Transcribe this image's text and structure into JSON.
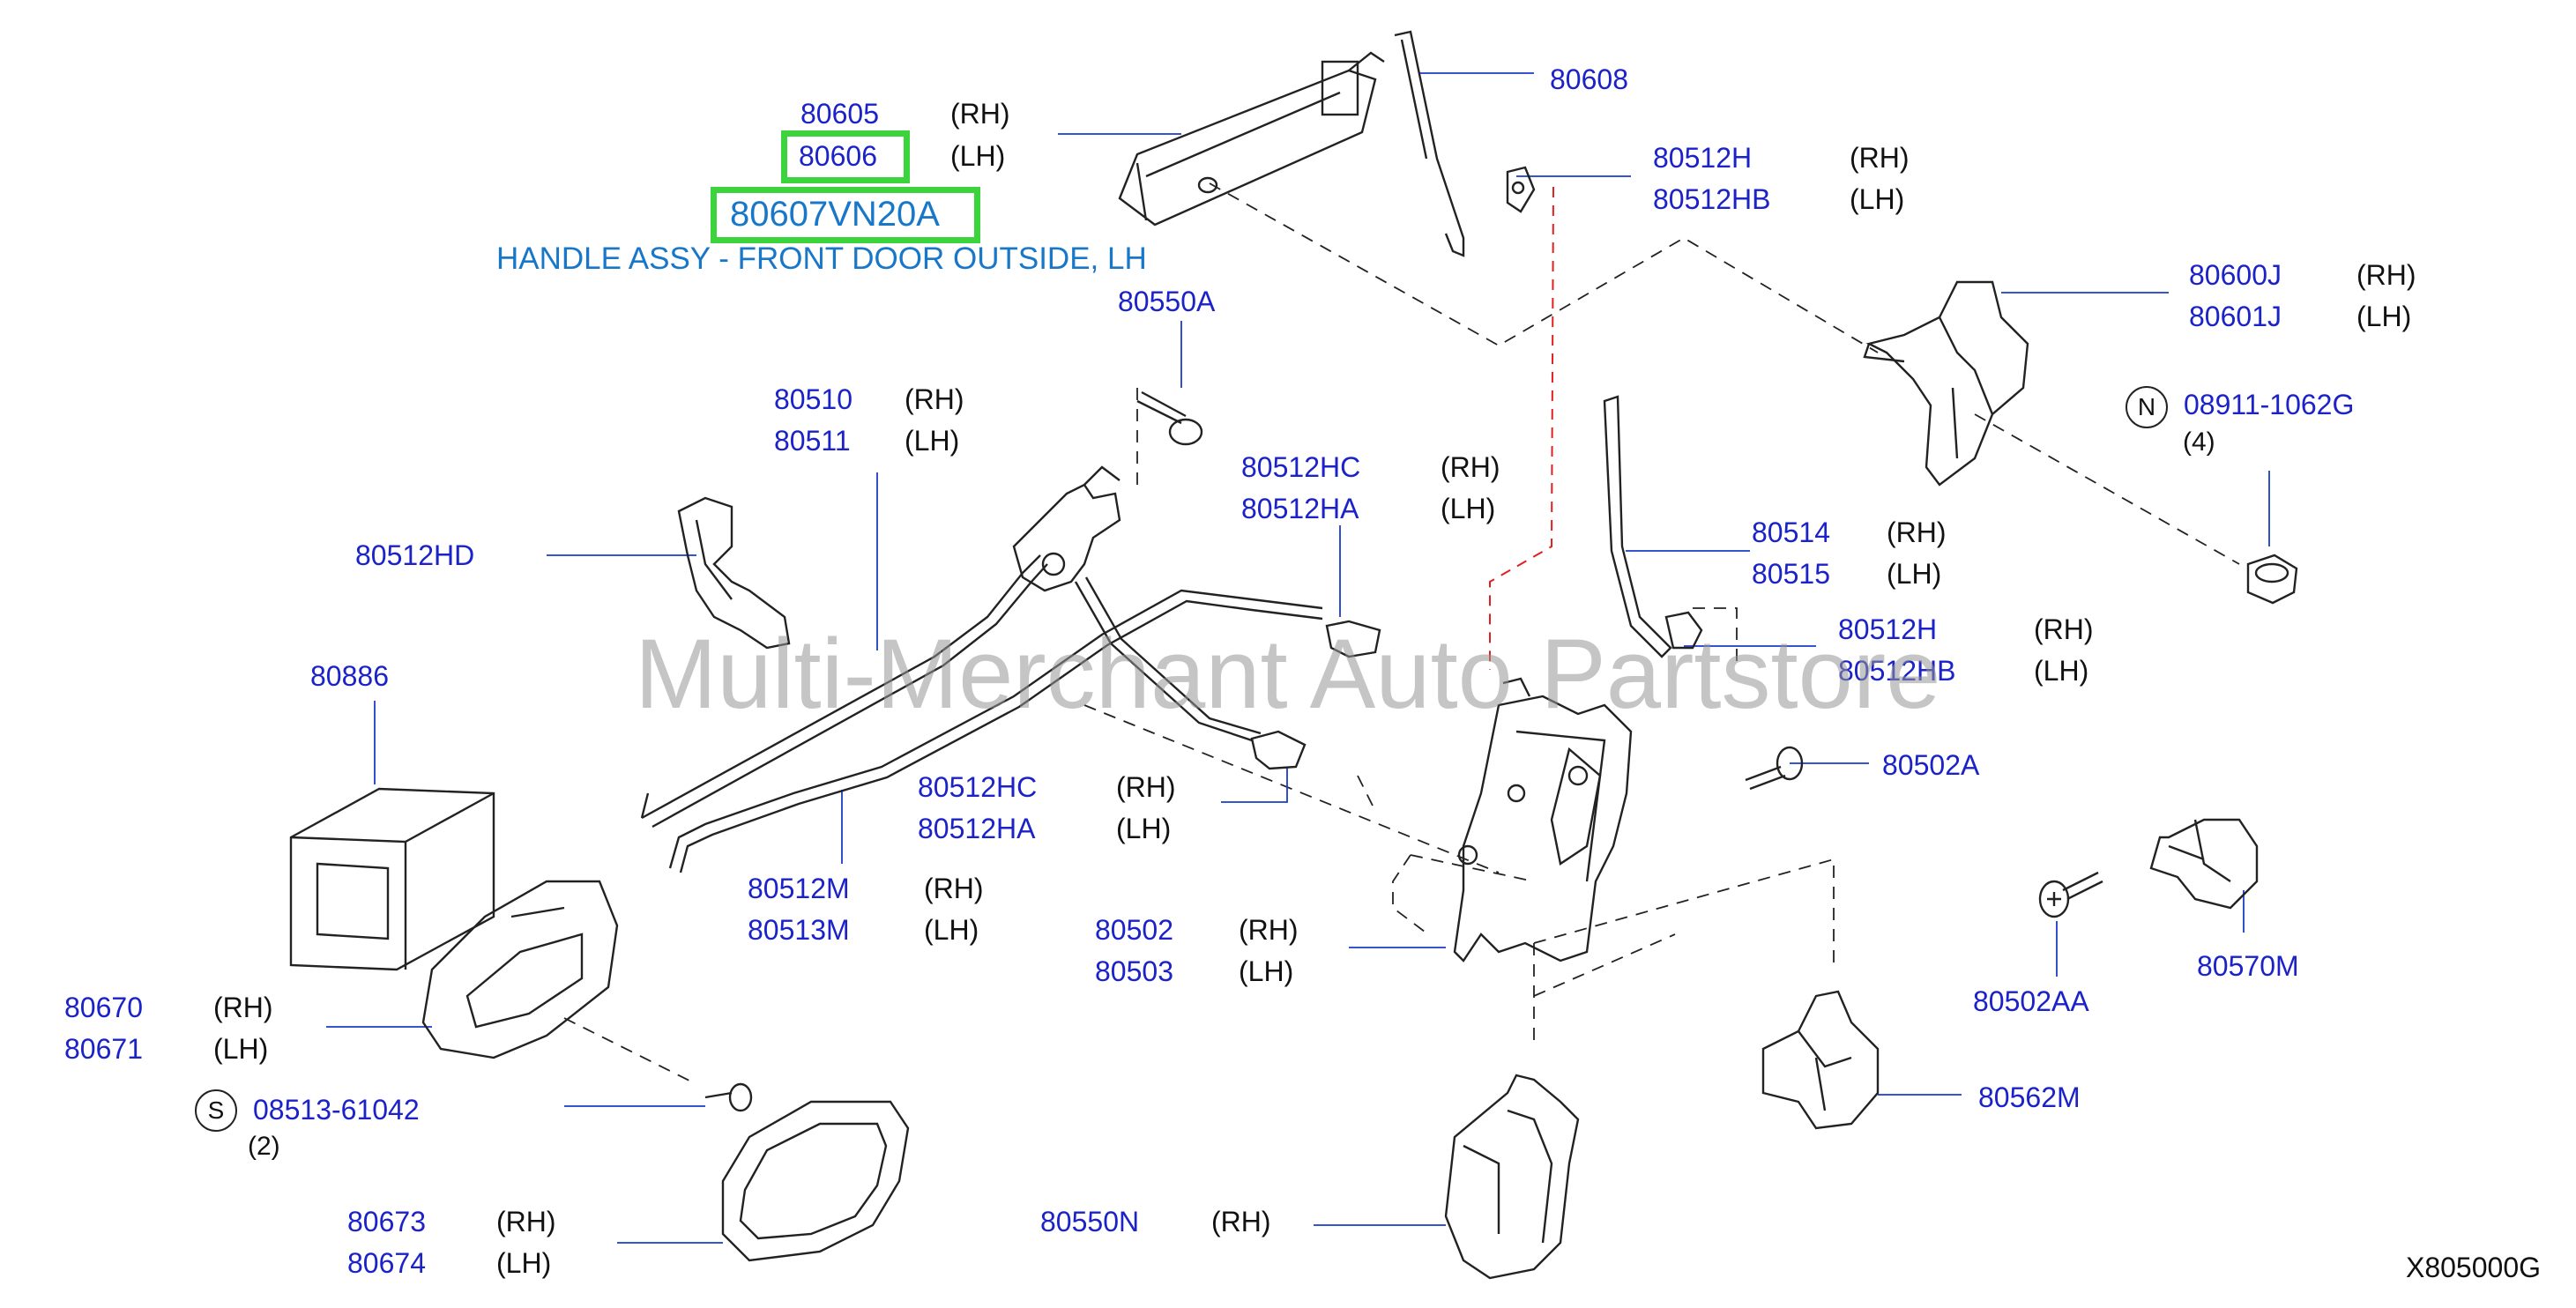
{
  "watermark": "Multi-Merchant Auto Partstore",
  "diagram_ref": "X805000G",
  "selected": {
    "part_no": "80607VN20A",
    "highlighted_code": "80606",
    "caption": "HANDLE ASSY - FRONT DOOR OUTSIDE, LH"
  },
  "callouts": {
    "c80605": {
      "code": "80605",
      "side": "(RH)"
    },
    "c80606": {
      "code": "80606",
      "side": "(LH)"
    },
    "c80608": {
      "code": "80608"
    },
    "c80512h_top": {
      "code": "80512H",
      "side": "(RH)"
    },
    "c80512hb_top": {
      "code": "80512HB",
      "side": "(LH)"
    },
    "c80600j": {
      "code": "80600J",
      "side": "(RH)"
    },
    "c80601j": {
      "code": "80601J",
      "side": "(LH)"
    },
    "c08911": {
      "prefix": "N",
      "code": "08911-1062G",
      "qty": "(4)"
    },
    "c80550a": {
      "code": "80550A"
    },
    "c80510": {
      "code": "80510",
      "side": "(RH)"
    },
    "c80511": {
      "code": "80511",
      "side": "(LH)"
    },
    "c80512hc_top": {
      "code": "80512HC",
      "side": "(RH)"
    },
    "c80512ha_top": {
      "code": "80512HA",
      "side": "(LH)"
    },
    "c80512hd": {
      "code": "80512HD"
    },
    "c80514": {
      "code": "80514",
      "side": "(RH)"
    },
    "c80515": {
      "code": "80515",
      "side": "(LH)"
    },
    "c80512h_mid": {
      "code": "80512H",
      "side": "(RH)"
    },
    "c80512hb_mid": {
      "code": "80512HB",
      "side": "(LH)"
    },
    "c80886": {
      "code": "80886"
    },
    "c80502a": {
      "code": "80502A"
    },
    "c80512hc_mid": {
      "code": "80512HC",
      "side": "(RH)"
    },
    "c80512ha_mid": {
      "code": "80512HA",
      "side": "(LH)"
    },
    "c80512m": {
      "code": "80512M",
      "side": "(RH)"
    },
    "c80513m": {
      "code": "80513M",
      "side": "(LH)"
    },
    "c80502": {
      "code": "80502",
      "side": "(RH)"
    },
    "c80503": {
      "code": "80503",
      "side": "(LH)"
    },
    "c80570m": {
      "code": "80570M"
    },
    "c80502aa": {
      "code": "80502AA"
    },
    "c80670": {
      "code": "80670",
      "side": "(RH)"
    },
    "c80671": {
      "code": "80671",
      "side": "(LH)"
    },
    "c08513": {
      "prefix": "S",
      "code": "08513-61042",
      "qty": "(2)"
    },
    "c80562m": {
      "code": "80562M"
    },
    "c80673": {
      "code": "80673",
      "side": "(RH)"
    },
    "c80674": {
      "code": "80674",
      "side": "(LH)"
    },
    "c80550n": {
      "code": "80550N",
      "side": "(RH)"
    }
  }
}
